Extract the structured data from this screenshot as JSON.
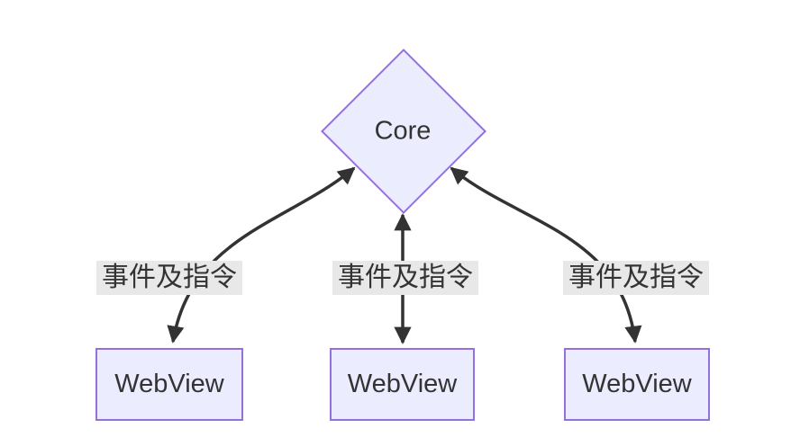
{
  "diagram_type": "flowchart",
  "nodes": {
    "core": {
      "label": "Core",
      "shape": "diamond"
    },
    "webviews": [
      {
        "label": "WebView"
      },
      {
        "label": "WebView"
      },
      {
        "label": "WebView"
      }
    ]
  },
  "edges": [
    {
      "from": "WebView-left",
      "to": "Core",
      "label": "事件及指令",
      "direction": "bidirectional"
    },
    {
      "from": "WebView-middle",
      "to": "Core",
      "label": "事件及指令",
      "direction": "bidirectional"
    },
    {
      "from": "WebView-right",
      "to": "Core",
      "label": "事件及指令",
      "direction": "bidirectional"
    }
  ],
  "colors": {
    "node_fill": "#ECECFF",
    "node_border": "#9370DB",
    "edge_stroke": "#333333",
    "edge_label_background": "#e8e8e8",
    "text": "#333333",
    "canvas_background": "#ffffff"
  }
}
